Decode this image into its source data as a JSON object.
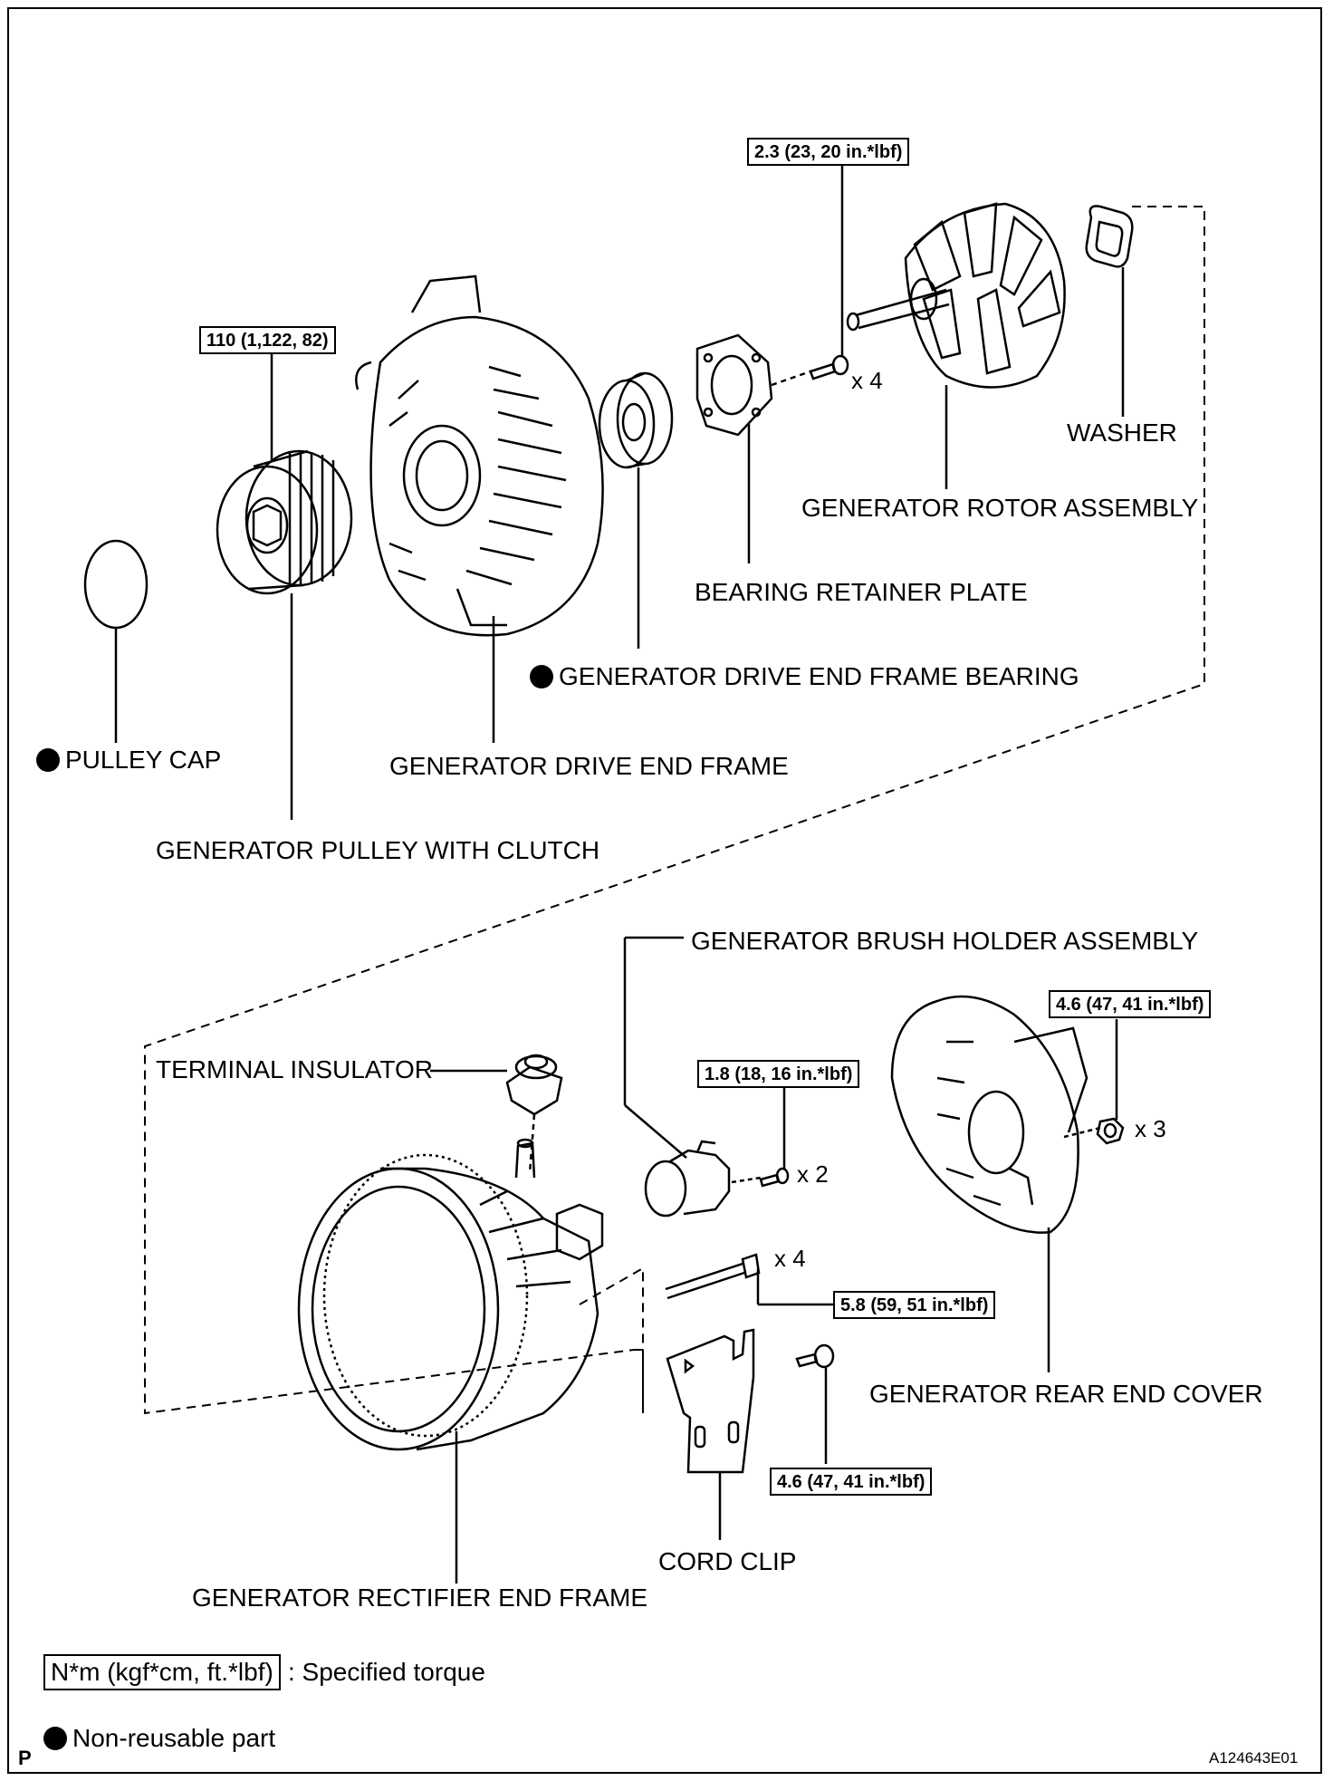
{
  "labels": {
    "pulley_cap": "PULLEY CAP",
    "pulley": "GENERATOR PULLEY WITH CLUTCH",
    "drive_end_frame": "GENERATOR DRIVE END FRAME",
    "drive_end_bearing": "GENERATOR DRIVE END FRAME BEARING",
    "bearing_retainer_plate": "BEARING RETAINER PLATE",
    "rotor_assembly": "GENERATOR ROTOR ASSEMBLY",
    "washer": "WASHER",
    "brush_holder": "GENERATOR BRUSH HOLDER ASSEMBLY",
    "terminal_insulator": "TERMINAL INSULATOR",
    "rear_end_cover": "GENERATOR REAR END COVER",
    "cord_clip": "CORD CLIP",
    "rectifier_end_frame": "GENERATOR RECTIFIER END FRAME"
  },
  "torques": {
    "pulley": "110 (1,122, 82)",
    "retainer_screw": "2.3 (23, 20 in.*lbf)",
    "brush_holder_screw": "1.8 (18, 16 in.*lbf)",
    "rear_cover_nut": "4.6 (47, 41 in.*lbf)",
    "through_bolt": "5.8 (59, 51 in.*lbf)",
    "cord_clip_bolt": "4.6 (47, 41 in.*lbf)"
  },
  "quantities": {
    "retainer_screw": "x 4",
    "rear_cover_nut": "x 3",
    "brush_holder_screw": "x 2",
    "through_bolt": "x 4"
  },
  "legend": {
    "torque_box": "N*m (kgf*cm, ft.*lbf)",
    "torque_desc": ": Specified torque",
    "nonreusable": "Non-reusable part"
  },
  "footer": {
    "left_code": "P",
    "figure_id": "A124643E01"
  }
}
